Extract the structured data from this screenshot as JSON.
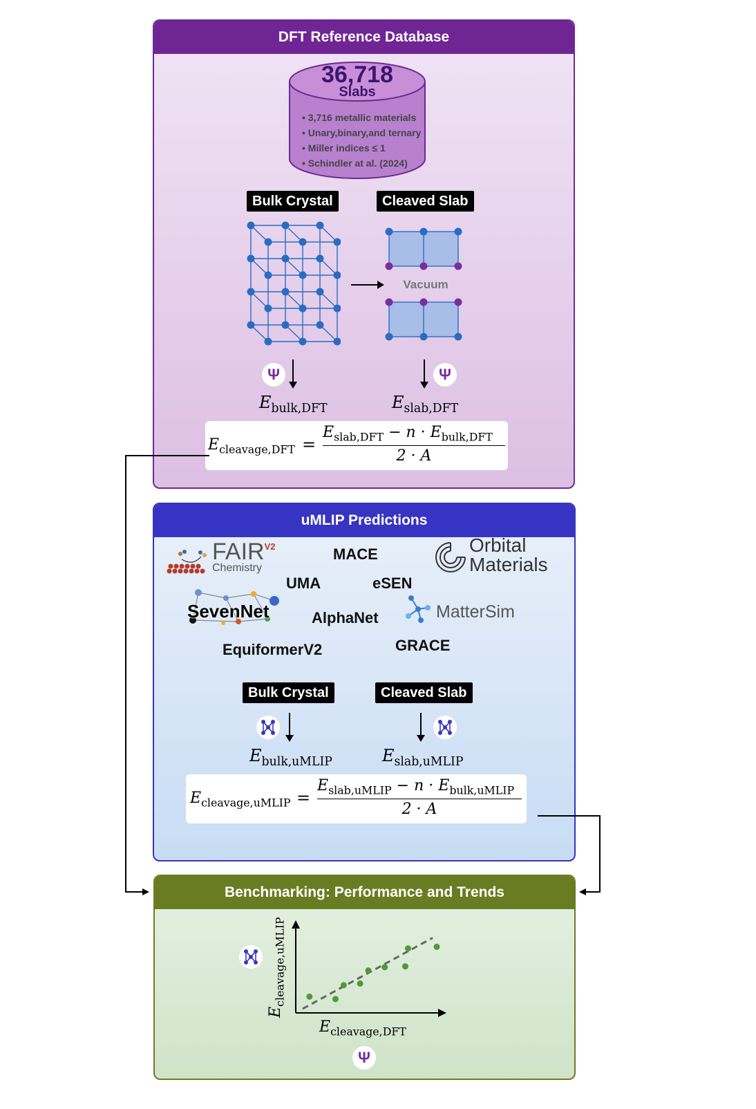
{
  "dft_panel": {
    "title": "DFT Reference Database",
    "db_count": "36,718",
    "db_unit": "Slabs",
    "bullets": [
      "• 3,716 metallic materials",
      "• Unary,binary,and ternary",
      "• Miller indices ≤ 1",
      "• Schindler at al. (2024)"
    ],
    "bulk_label": "Bulk Crystal",
    "slab_label": "Cleaved Slab",
    "vacuum_label": "Vacuum",
    "psi_symbol": "Ψ",
    "e_bulk": {
      "sym": "E",
      "sub": "bulk,DFT"
    },
    "e_slab": {
      "sym": "E",
      "sub": "slab,DFT"
    },
    "equation": {
      "lhs_sub": "cleavage,DFT",
      "num_a_sub": "slab,DFT",
      "num_b_sub": "bulk,DFT",
      "minus": "−",
      "n_dot": "n ·",
      "den": "2 · A",
      "eq": "="
    }
  },
  "umlip_panel": {
    "title": "uMLIP Predictions",
    "models": {
      "fair": "FAIR",
      "fair_sup": "V2",
      "fair_sub": "Chemistry",
      "mace": "MACE",
      "orbital_1": "Orbital",
      "orbital_2": "Materials",
      "uma": "UMA",
      "esen": "eSEN",
      "sevennet": "SevenNet",
      "alphanet": "AlphaNet",
      "mattersim": "MatterSim",
      "equiformer": "EquiformerV2",
      "grace": "GRACE"
    },
    "bulk_label": "Bulk Crystal",
    "slab_label": "Cleaved Slab",
    "e_bulk": {
      "sym": "E",
      "sub": "bulk,uMLIP"
    },
    "e_slab": {
      "sym": "E",
      "sub": "slab,uMLIP"
    },
    "equation": {
      "lhs_sub": "cleavage,uMLIP",
      "num_a_sub": "slab,uMLIP",
      "num_b_sub": "bulk,uMLIP",
      "minus": "−",
      "n_dot": "n ·",
      "den": "2 · A",
      "eq": "="
    }
  },
  "bench_panel": {
    "title": "Benchmarking: Performance and Trends",
    "x_label_sub": "cleavage,DFT",
    "y_label_sub": "cleavage,uMLIP",
    "axis_sym": "E",
    "psi_symbol": "Ψ"
  },
  "chart_data": {
    "type": "scatter",
    "title": "",
    "xlabel": "E cleavage,DFT",
    "ylabel": "E cleavage,uMLIP",
    "x": [
      0.1,
      0.29,
      0.35,
      0.47,
      0.53,
      0.65,
      0.8,
      0.82,
      1.03
    ],
    "y": [
      0.2,
      0.17,
      0.34,
      0.36,
      0.52,
      0.56,
      0.57,
      0.79,
      0.81
    ],
    "trend_line": [
      [
        0.05,
        0.05
      ],
      [
        1.0,
        0.92
      ]
    ],
    "grid": false,
    "colors": {
      "points": "#4e9a3a",
      "trend": "#666666"
    }
  },
  "colors": {
    "dft": "#702595",
    "umlip": "#3734c4",
    "bench": "#6a7c22",
    "atom": "#2a6cc2",
    "surface_atom": "#7a2e9e"
  }
}
